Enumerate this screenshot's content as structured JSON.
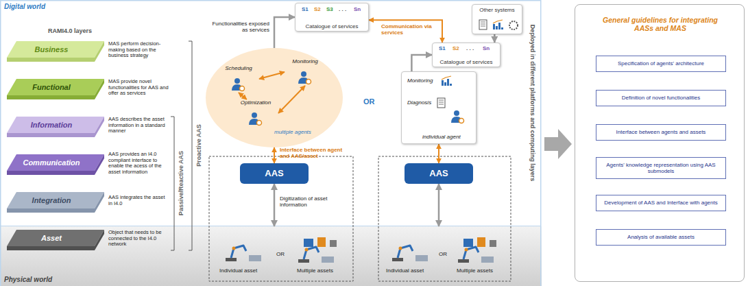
{
  "diagram": {
    "nodes": [
      {
        "text": [
          "Digital world"
        ]
      },
      {
        "text": [
          "Physical world"
        ]
      },
      {
        "text": [
          "Business"
        ],
        "in": 0
      },
      {
        "text": [
          "Functional"
        ],
        "in": 0
      },
      {
        "text": [
          "Information"
        ],
        "in": 0
      },
      {
        "text": [
          "Communication"
        ],
        "in": 0
      },
      {
        "text": [
          "Integration"
        ],
        "in": 0
      },
      {
        "text": [
          "Asset"
        ],
        "in": 1
      },
      {
        "text": [
          "Catalogue of services"
        ],
        "in": 0
      },
      {
        "text": [
          "multiple agents"
        ],
        "in": 0
      },
      {
        "text": [
          "Scheduling"
        ],
        "in": 9
      },
      {
        "text": [
          "Monitoring"
        ],
        "in": 9
      },
      {
        "text": [
          "Optimization"
        ],
        "in": 9
      },
      {
        "text": [
          "Monitoring",
          "Diagnosis",
          "individual agent"
        ],
        "in": 0
      },
      {
        "text": [
          "Catalogue of services"
        ],
        "in": 0
      },
      {
        "text": [
          "Other systems"
        ],
        "in": 0
      },
      {
        "text": [
          "AAS"
        ],
        "in": 0
      },
      {
        "text": [
          "AAS"
        ],
        "in": 0
      },
      {
        "text": [
          "Individual asset",
          "OR",
          "Multiple assets"
        ],
        "in": 1
      },
      {
        "text": [
          "Individual asset",
          "OR",
          "Multiple assets"
        ],
        "in": 1
      },
      {
        "text": [
          "General guidelines for integrating AASs and MAS"
        ]
      },
      {
        "text": [
          "Specification of agents' architecture"
        ],
        "in": 20
      },
      {
        "text": [
          "Definition of novel functionalities"
        ],
        "in": 20
      },
      {
        "text": [
          "Interface between agents and assets"
        ],
        "in": 20
      },
      {
        "text": [
          "Agents' knowledge representation using AAS submodels"
        ],
        "in": 20
      },
      {
        "text": [
          "Development of AAS and Interface with agents"
        ],
        "in": 20
      },
      {
        "text": [
          "Analysis of available assets"
        ],
        "in": 20
      }
    ],
    "edges": [
      {
        "from": 9,
        "to": 8,
        "arrow": "to"
      },
      {
        "from": 13,
        "to": 14,
        "arrow": "to"
      },
      {
        "from": 14,
        "to": 8,
        "label": "Communication via services",
        "arrow": "both"
      },
      {
        "from": 15,
        "to": 14,
        "arrow": "to"
      },
      {
        "from": 9,
        "to": 16,
        "label": "Interface between agent and AAS/asset",
        "arrow": "both"
      },
      {
        "from": 13,
        "to": 17,
        "arrow": "both"
      },
      {
        "from": 16,
        "to": 18,
        "label": "Digitization of asset information",
        "arrow": "both"
      },
      {
        "from": 17,
        "to": 19,
        "arrow": "both"
      },
      {
        "from": 10,
        "to": 11,
        "arrow": "both"
      },
      {
        "from": 10,
        "to": 12,
        "arrow": "both"
      },
      {
        "from": 11,
        "to": 12,
        "arrow": "both"
      }
    ],
    "labels": [
      "RAMI4.0 layers",
      "MAS perform decision-making based on the business strategy",
      "MAS provide novel functionalities for AAS and offer as services",
      "AAS describes the asset information in a standard manner",
      "AAS provides an I4.0 compliant interface to enable the acess of the asset information",
      "AAS integrates the asset in I4.0",
      "Object that needs to be connected to the I4.0 network",
      "Proactive AAS",
      "Passive/Reactive AAS",
      "Functionalities exposed as services",
      "S1",
      "S2",
      "S3",
      ". . .",
      "Sn",
      "S1",
      "S2",
      ". . .",
      "Sn",
      "OR",
      "Deployed in different platforms and computing layers"
    ]
  }
}
